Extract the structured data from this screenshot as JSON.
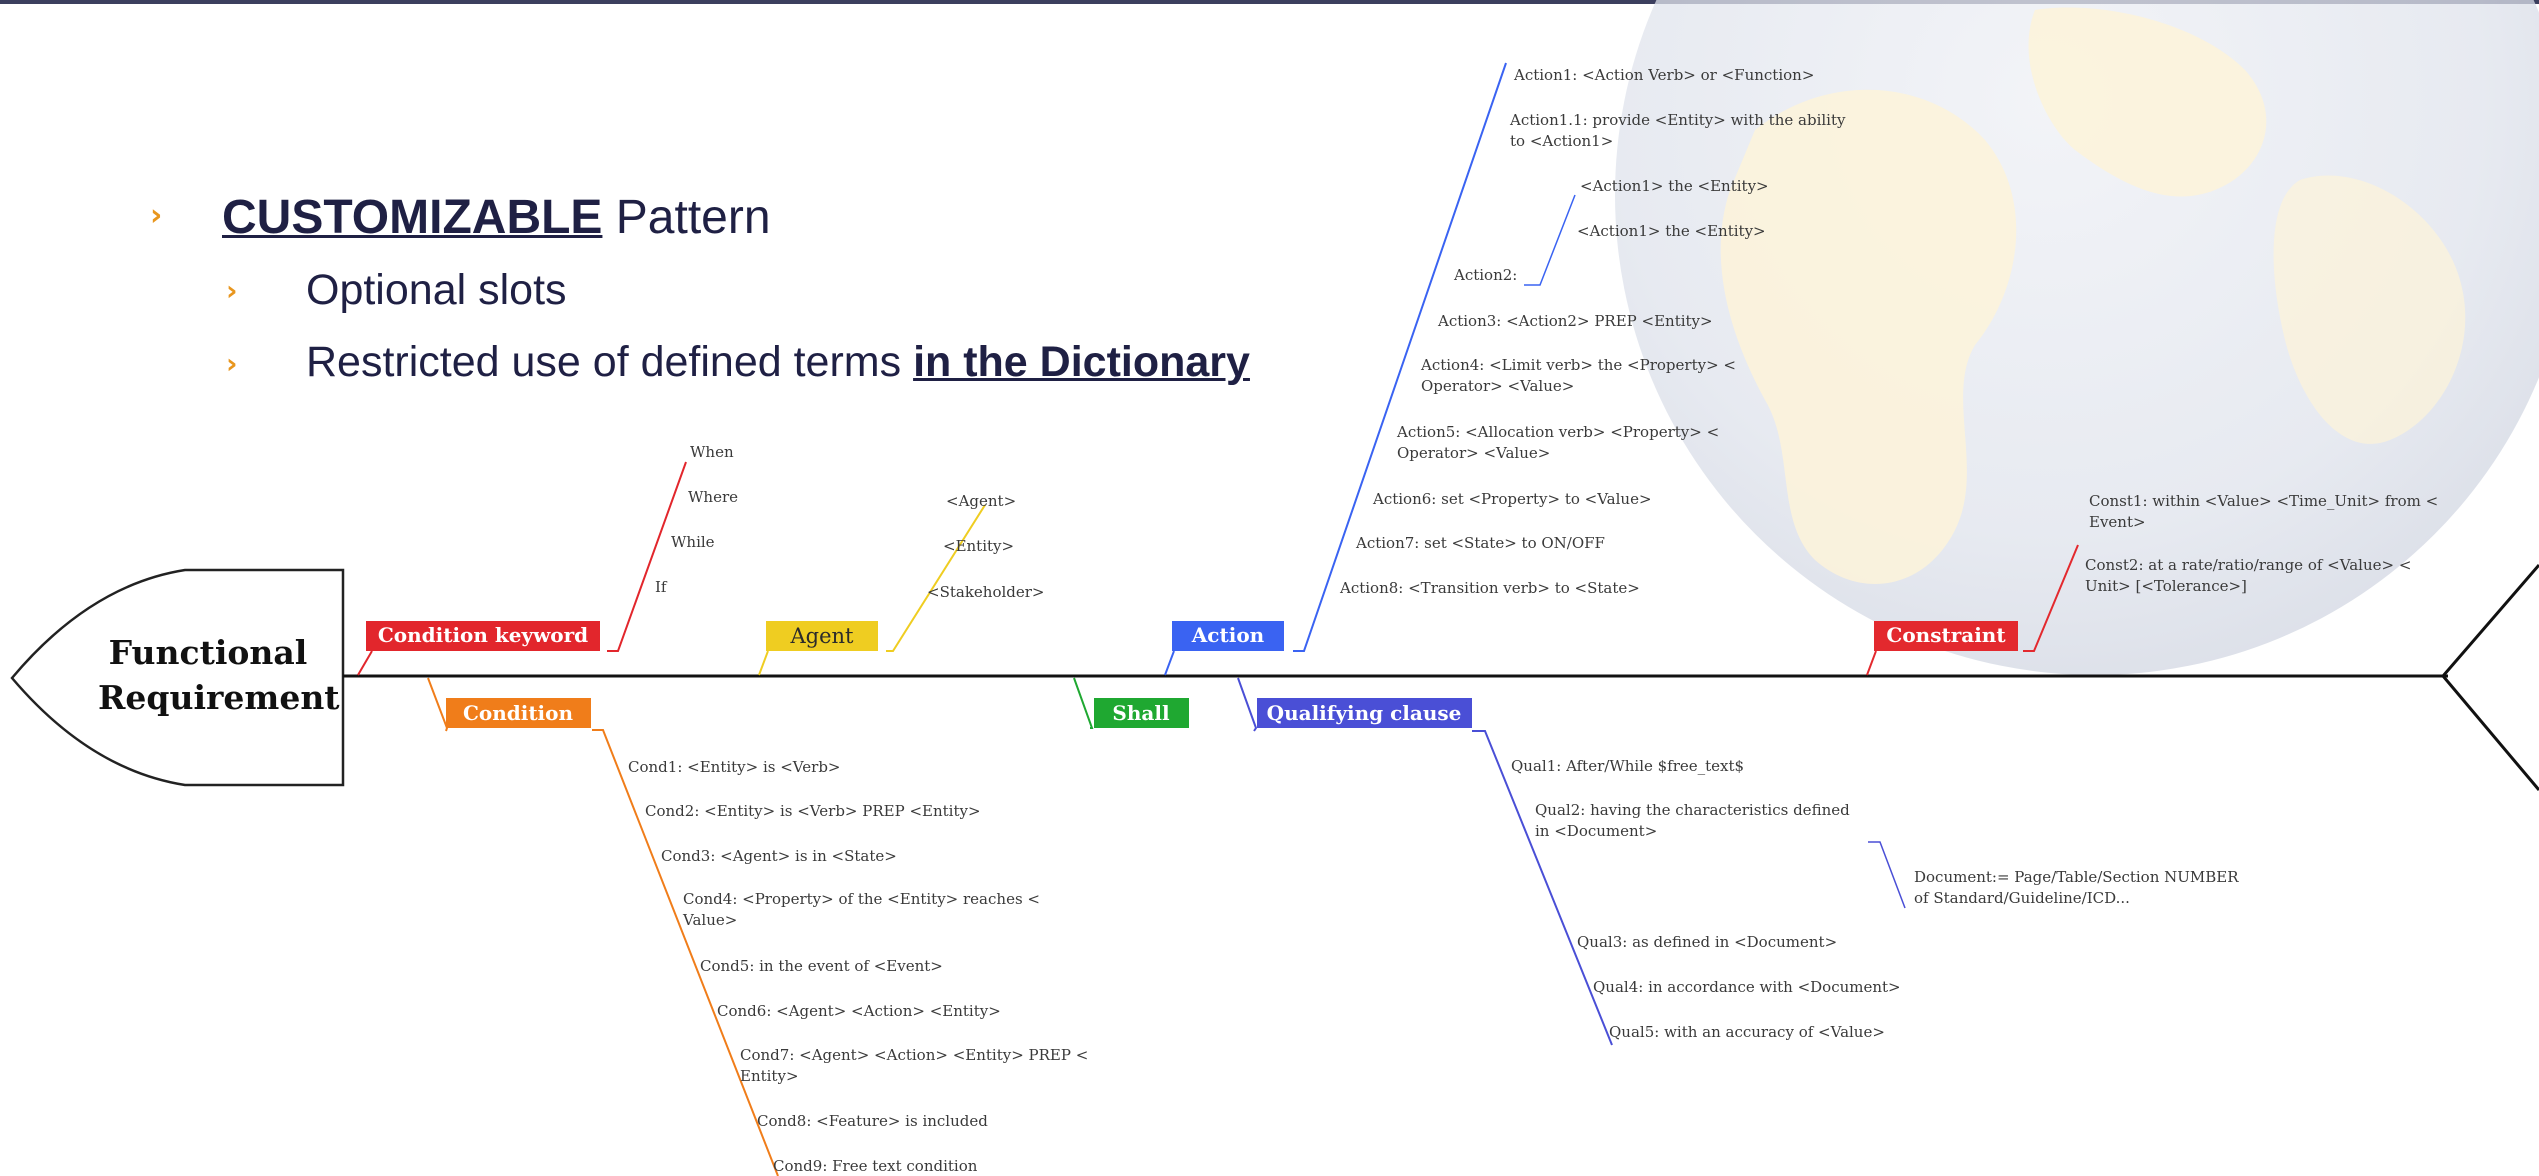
{
  "heading": {
    "main_strong": "CUSTOMIZABLE",
    "main_rest": " Pattern",
    "sub1": "Optional slots",
    "sub2_text": "Restricted use of defined terms ",
    "sub2_strong": "in the Dictionary"
  },
  "head_label_line1": "Functional",
  "head_label_line2": "Requirement",
  "boxes": {
    "condition_keyword": "Condition keyword",
    "condition": "Condition",
    "agent": "Agent",
    "shall": "Shall",
    "action": "Action",
    "qualifying_clause": "Qualifying clause",
    "constraint": "Constraint"
  },
  "condition_keywords": [
    "When",
    "Where",
    "While",
    "If"
  ],
  "agents": [
    "<Agent>",
    "<Entity>",
    "<Stakeholder>"
  ],
  "actions": {
    "action1": "Action1: <Action Verb> or <Function>",
    "action1_1_line1": "Action1.1: provide <Entity> with the ability",
    "action1_1_line2": "to <Action1>",
    "action1_sub_a": "<Action1> the <Entity>",
    "action1_sub_b": "<Action1> the <Entity>",
    "action2": "Action2:",
    "action3": "Action3: <Action2> PREP <Entity>",
    "action4_line1": "Action4: <Limit verb> the <Property> <",
    "action4_line2": "Operator> <Value>",
    "action5_line1": "Action5: <Allocation verb> <Property> <",
    "action5_line2": "Operator> <Value>",
    "action6": "Action6: set <Property> to <Value>",
    "action7": "Action7: set <State> to ON/OFF",
    "action8": "Action8: <Transition verb> to <State>"
  },
  "constraints": {
    "const1_line1": "Const1: within <Value> <Time_Unit> from <",
    "const1_line2": "Event>",
    "const2_line1": "Const2: at a rate/ratio/range of <Value> <",
    "const2_line2": "Unit> [<Tolerance>]"
  },
  "conditions": {
    "cond1": "Cond1: <Entity> is <Verb>",
    "cond2": "Cond2: <Entity> is <Verb> PREP <Entity>",
    "cond3": "Cond3: <Agent> is in <State>",
    "cond4_line1": "Cond4: <Property> of the <Entity> reaches <",
    "cond4_line2": "Value>",
    "cond5": "Cond5: in the event of <Event>",
    "cond6": "Cond6: <Agent> <Action> <Entity>",
    "cond7_line1": "Cond7: <Agent> <Action> <Entity> PREP <",
    "cond7_line2": "Entity>",
    "cond8": "Cond8: <Feature> is included",
    "cond9": "Cond9: Free text condition"
  },
  "qualifiers": {
    "qual1": "Qual1: After/While $free_text$",
    "qual2_line1": "Qual2: having the characteristics defined",
    "qual2_line2": "in <Document>",
    "document_line1": "Document:= Page/Table/Section NUMBER",
    "document_line2": "of Standard/Guideline/ICD...",
    "qual3": "Qual3: as defined in <Document>",
    "qual4": "Qual4: in accordance with <Document>",
    "qual5": "Qual5: with an accuracy of <Value>"
  },
  "colors": {
    "spine": "#111111",
    "condition_keyword": "#e2262c",
    "condition": "#f07d1a",
    "agent": "#efcd21",
    "shall": "#1fa831",
    "action": "#3a63f2",
    "qualifying_clause": "#4a4fd6",
    "constraint": "#e3292e",
    "bullet_arrow": "#e8961e",
    "heading_text": "#1f2044"
  }
}
